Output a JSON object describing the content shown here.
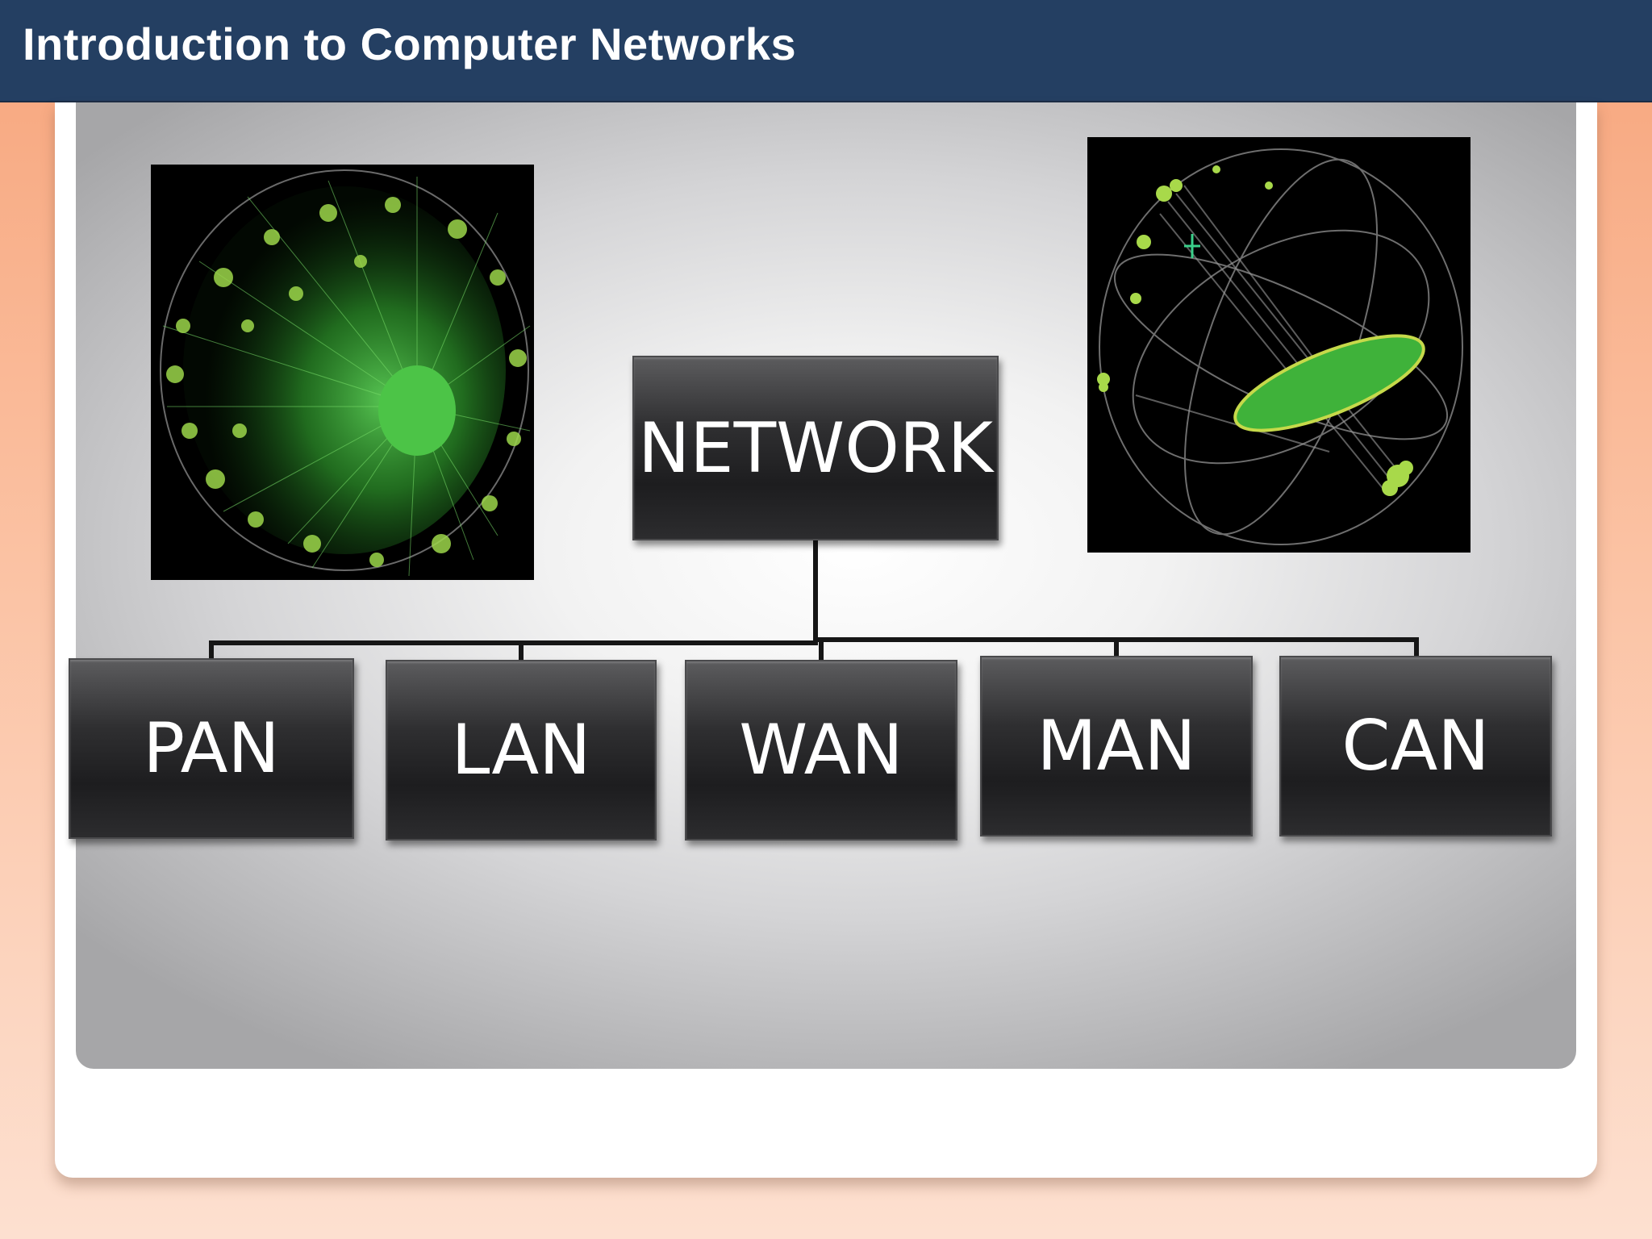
{
  "header": {
    "title": "Introduction to Computer Networks"
  },
  "diagram": {
    "root": "NETWORK",
    "children": [
      "PAN",
      "LAN",
      "WAN",
      "MAN",
      "CAN"
    ]
  },
  "images": {
    "left": "network-globe-visualization",
    "right": "network-orbit-visualization"
  },
  "colors": {
    "title_bar": "#243f62",
    "node_fill": "#1d1d1f",
    "connector": "#1a1a1a",
    "network_green": "#4fd04a"
  }
}
